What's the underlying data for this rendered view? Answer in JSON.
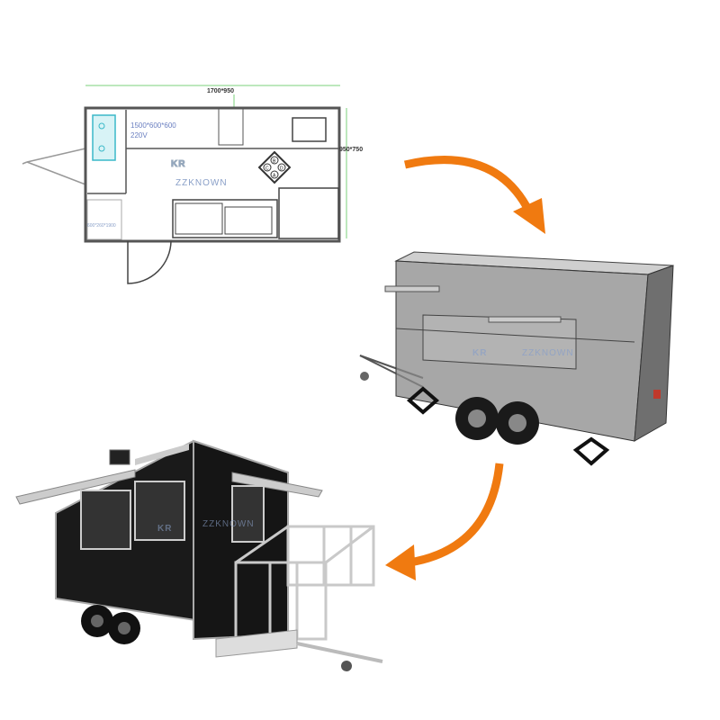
{
  "floor_plan": {
    "labels": {
      "window_size": "1700*950",
      "equipment_size": "1500*600*600",
      "voltage": "220V",
      "side_window_size": "950*750",
      "cabinet_size": "600*260*1900"
    },
    "burner_labels": [
      "A",
      "B",
      "C",
      "D"
    ],
    "watermark": "ZZKNOWN"
  },
  "watermark": {
    "logo": "KR",
    "text": "ZZKNOWN"
  },
  "colors": {
    "arrow": "#f07a10",
    "dimension_lines": "#7bd07b",
    "sink": "#3ab8c8",
    "trailer_body": "#1a1a1a"
  }
}
